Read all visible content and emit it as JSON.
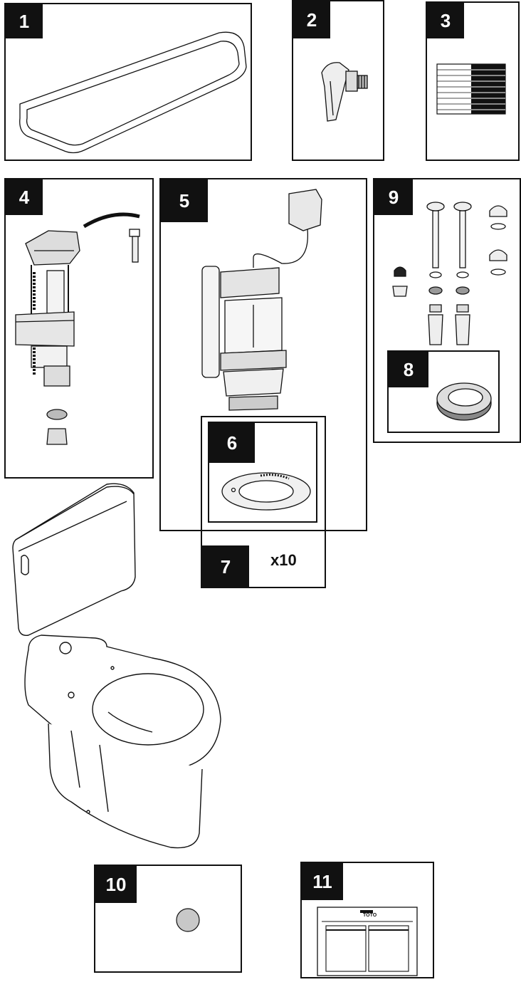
{
  "parts": [
    {
      "id": "1",
      "label": "1"
    },
    {
      "id": "2",
      "label": "2"
    },
    {
      "id": "3",
      "label": "3"
    },
    {
      "id": "4",
      "label": "4"
    },
    {
      "id": "5",
      "label": "5"
    },
    {
      "id": "6",
      "label": "6"
    },
    {
      "id": "7",
      "label": "7",
      "quantity": "x10"
    },
    {
      "id": "8",
      "label": "8"
    },
    {
      "id": "9",
      "label": "9"
    },
    {
      "id": "10",
      "label": "10"
    },
    {
      "id": "11",
      "label": "11",
      "brand": "TOTO"
    }
  ],
  "colors": {
    "ink": "#111111",
    "paper": "#ffffff",
    "gray_disc": "#c8c8c8"
  }
}
